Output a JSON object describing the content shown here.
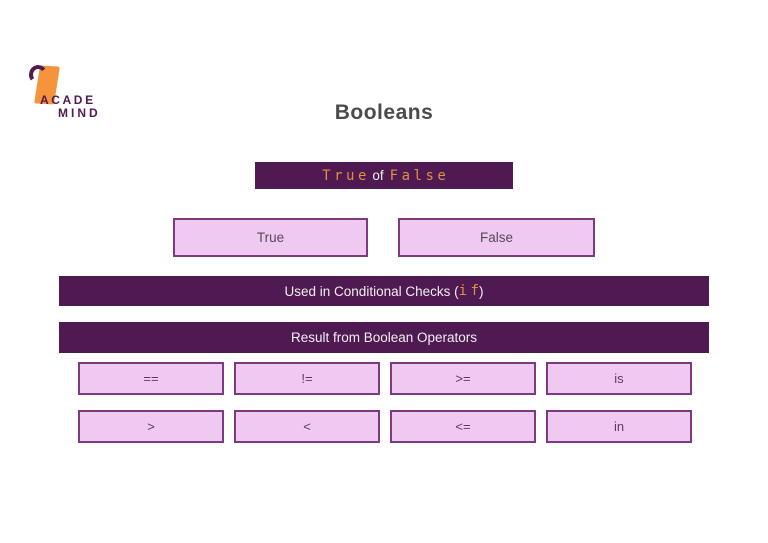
{
  "logo": {
    "line1": "ACADE",
    "line2": "MIND"
  },
  "title": "Booleans",
  "true_false_banner": {
    "code_true": "True",
    "connector": "of",
    "code_false": "False"
  },
  "value_boxes": {
    "true_label": "True",
    "false_label": "False"
  },
  "conditional_banner": {
    "prefix": "Used in Conditional Checks (",
    "code": "if",
    "suffix": ")"
  },
  "operators_banner": "Result from Boolean Operators",
  "operators": {
    "row1": [
      "==",
      "!=",
      ">=",
      "is"
    ],
    "row2": [
      ">",
      "<",
      "<=",
      "in"
    ]
  },
  "colors": {
    "banner_background": "#4f1a51",
    "banner_text": "#f2eef2",
    "code_text_orange": "#de9140",
    "box_background": "#f0c9f1",
    "box_border": "#7c3a80",
    "box_text": "#56495a",
    "operator_text": "#5c3a63",
    "logo_orange": "#f6933d",
    "logo_purple": "#511a50",
    "title_text": "#4b4a4d"
  }
}
